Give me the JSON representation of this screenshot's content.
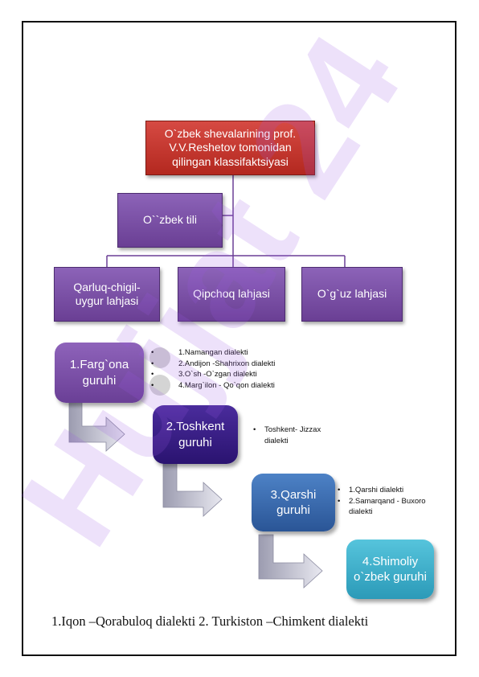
{
  "title_box": "O`zbek shevalarining prof. V.V.Reshetov tomonidan qilingan klassifaktsiyasi",
  "language_box": "O``zbek tili",
  "groups": [
    "Qarluq-chigil-uygur lahjasi",
    "Qipchoq lahjasi",
    "O`g`uz lahjasi"
  ],
  "steps": [
    {
      "label": "1.Farg`ona guruhi",
      "color": "#7a4aa8"
    },
    {
      "label": "2.Toshkent guruhi",
      "color": "#3a1f8a"
    },
    {
      "label": "3.Qarshi guruhi",
      "color": "#2f5fa8"
    },
    {
      "label": "4.Shimoliy o`zbek guruhi",
      "color": "#33a8c4"
    }
  ],
  "fargona_dialects": [
    "1.Namangan dialekti",
    "2.Andijon -Shahrixon dialekti",
    "3.O`sh -O`zgan dialekti",
    "4.Marg`ilon - Qo`qon dialekti"
  ],
  "toshkent_dialects": [
    "Toshkent- Jizzax dialekti"
  ],
  "qarshi_dialects": [
    "1.Qarshi dialekti",
    "2.Samarqand - Buxoro dialekti"
  ],
  "footer": "1.Iqon –Qorabuloq dialekti  2. Turkiston –Chimkent dialekti",
  "watermark": "Hujjat 24",
  "colors": {
    "title": "#c0302a",
    "purple": "#7b52a6",
    "watermark": "#8a2be2"
  }
}
